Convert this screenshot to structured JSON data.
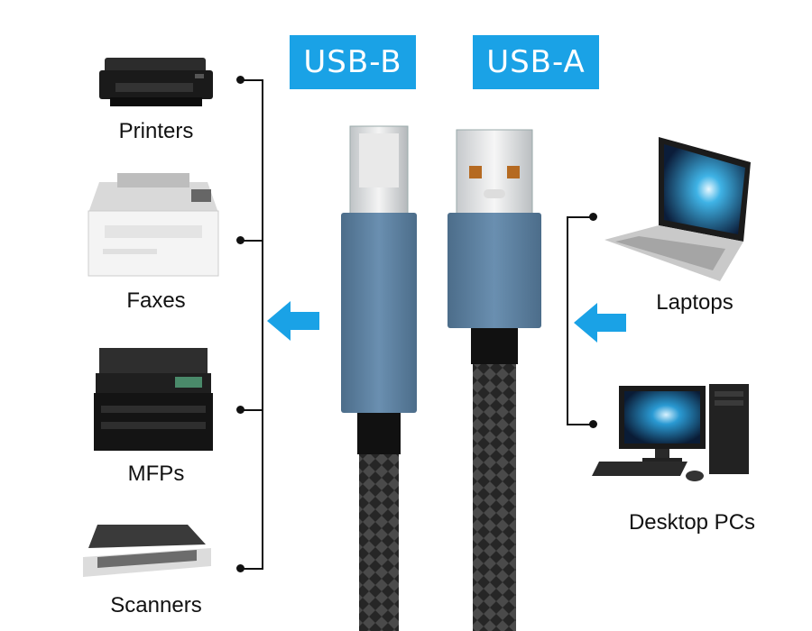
{
  "connectors": {
    "usb_b": "USB-B",
    "usb_a": "USB-A"
  },
  "devices_left": {
    "printers": "Printers",
    "faxes": "Faxes",
    "mfps": "MFPs",
    "scanners": "Scanners"
  },
  "devices_right": {
    "laptops": "Laptops",
    "desktop_pcs": "Desktop PCs"
  },
  "colors": {
    "badge": "#1aa2e6",
    "arrow": "#1aa2e6",
    "plug_housing": "#5b7f9e",
    "braid": "#2a2a2a"
  },
  "icons": {
    "left_arrow": "arrow-left-icon",
    "right_arrow": "arrow-left-icon"
  }
}
